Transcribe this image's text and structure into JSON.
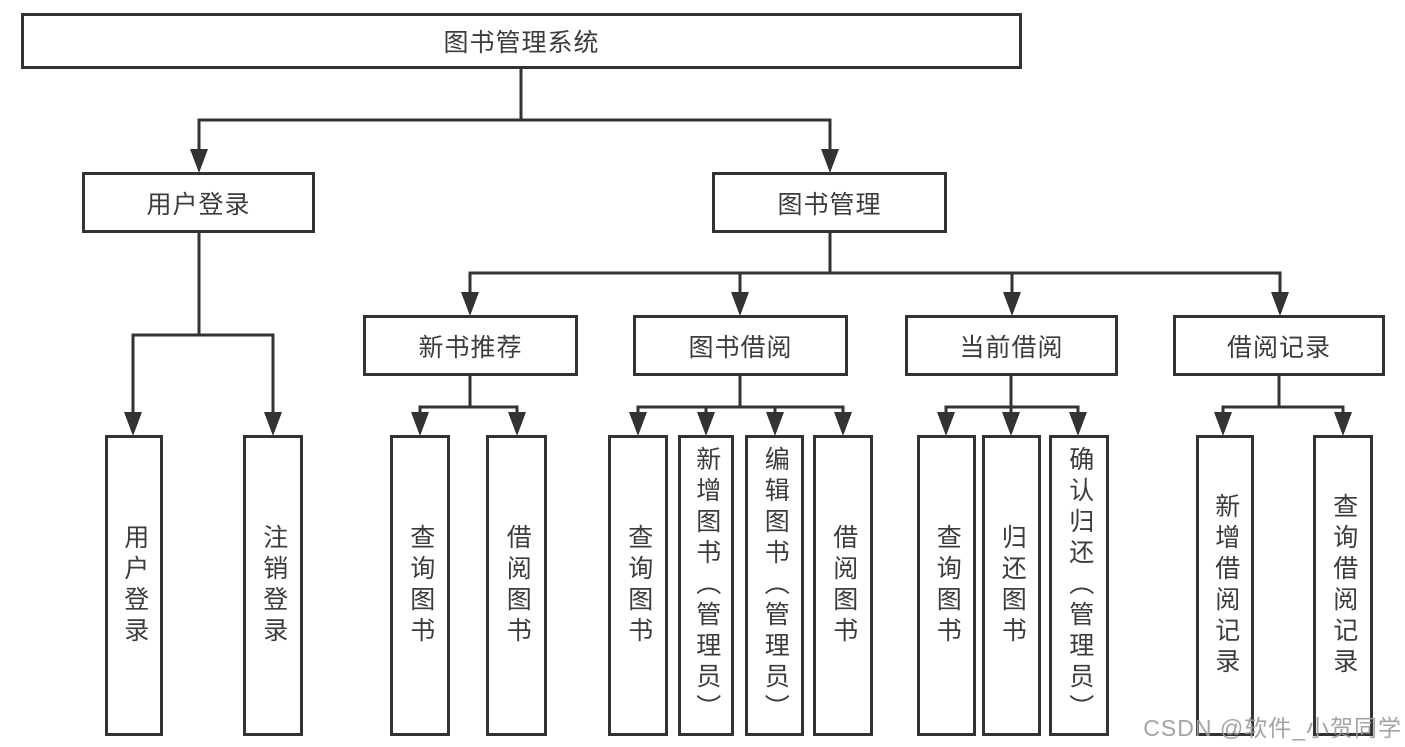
{
  "diagram": {
    "root": {
      "label": "图书管理系统"
    },
    "level2": [
      {
        "label": "用户登录"
      },
      {
        "label": "图书管理"
      }
    ],
    "level3": [
      {
        "label": "新书推荐"
      },
      {
        "label": "图书借阅"
      },
      {
        "label": "当前借阅"
      },
      {
        "label": "借阅记录"
      }
    ],
    "leaves": {
      "user_login": [
        "用户登录",
        "注销登录"
      ],
      "new_book_recommend": [
        "查询图书",
        "借阅图书"
      ],
      "book_borrow": [
        "查询图书",
        "新增图书（管理员）",
        "编辑图书（管理员）",
        "借阅图书"
      ],
      "current_borrow": [
        "查询图书",
        "归还图书",
        "确认归还（管理员）"
      ],
      "borrow_records": [
        "新增借阅记录",
        "查询借阅记录"
      ]
    }
  },
  "watermark": {
    "text": "CSDN @软件_小贺同学"
  },
  "colors": {
    "line": "#333333",
    "text": "#3c3c3c",
    "background": "#ffffff",
    "watermark": "#9c9c9c"
  }
}
